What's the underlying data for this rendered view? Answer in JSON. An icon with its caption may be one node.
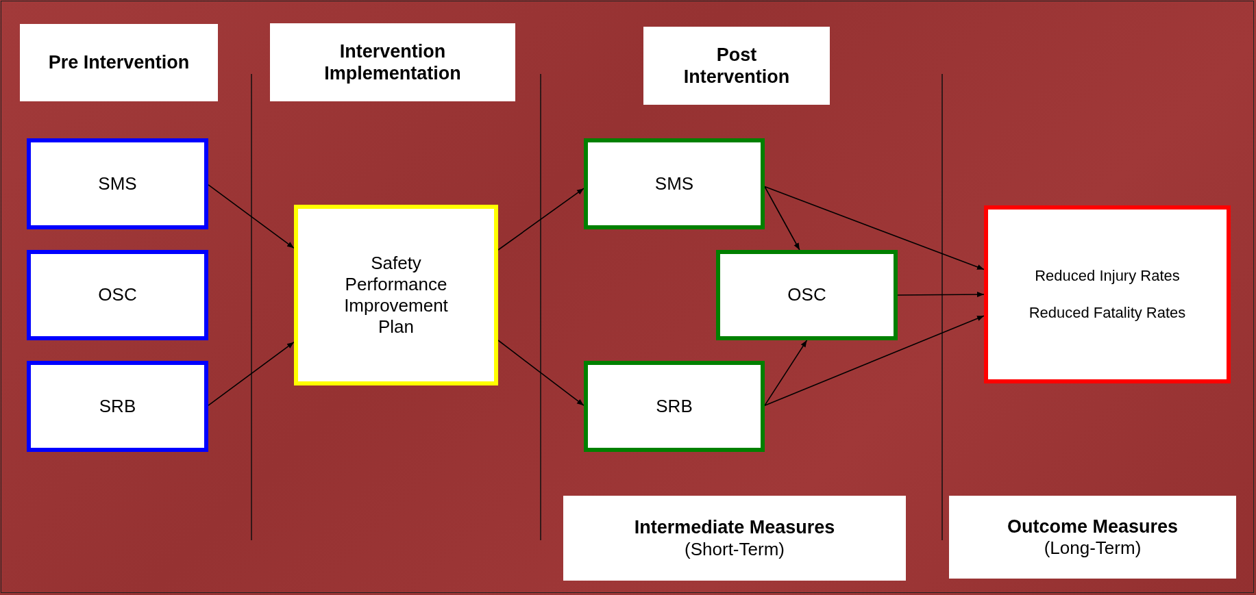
{
  "diagram": {
    "nodes": [
      {
        "text": [
          "Pre Intervention"
        ]
      },
      {
        "text": [
          "Intervention Implementation"
        ]
      },
      {
        "text": [
          "Post Intervention"
        ]
      },
      {
        "text": [
          "SMS"
        ]
      },
      {
        "text": [
          "OSC"
        ]
      },
      {
        "text": [
          "SRB"
        ]
      },
      {
        "text": [
          "Safety Performance Improvement Plan"
        ]
      },
      {
        "text": [
          "SMS"
        ]
      },
      {
        "text": [
          "OSC"
        ]
      },
      {
        "text": [
          "SRB"
        ]
      },
      {
        "text": [
          "Reduced Injury Rates",
          "Reduced Fatality Rates"
        ]
      },
      {
        "text": [
          "Intermediate Measures",
          "(Short-Term)"
        ]
      },
      {
        "text": [
          "Outcome Measures",
          "(Long-Term)"
        ]
      }
    ],
    "edges": [
      {
        "from": 3,
        "to": 6,
        "arrow": "to"
      },
      {
        "from": 5,
        "to": 6,
        "arrow": "to"
      },
      {
        "from": 6,
        "to": 7,
        "arrow": "to"
      },
      {
        "from": 6,
        "to": 9,
        "arrow": "to"
      },
      {
        "from": 7,
        "to": 8,
        "arrow": "to"
      },
      {
        "from": 7,
        "to": 10,
        "arrow": "to"
      },
      {
        "from": 8,
        "to": 10,
        "arrow": "to"
      },
      {
        "from": 9,
        "to": 8,
        "arrow": "to"
      },
      {
        "from": 9,
        "to": 10,
        "arrow": "to"
      }
    ]
  }
}
